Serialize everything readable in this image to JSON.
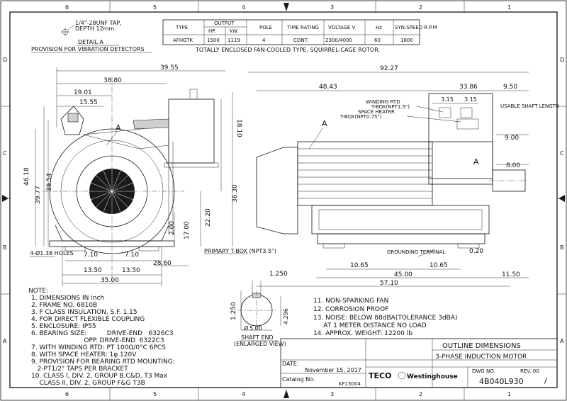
{
  "border": {
    "columns": [
      "6",
      "5",
      "4",
      "3",
      "2",
      "1"
    ],
    "rows": [
      "D",
      "C",
      "B",
      "A"
    ]
  },
  "detail_a": {
    "tap_line1": "1/4\"-28UNF TAP,",
    "tap_line2": "DEPTH 12mm",
    "title": "DETAIL A",
    "caption": "PROVISION FOR VIBRATION DETECTORS"
  },
  "rating_table": {
    "headers": [
      "TYPE",
      "OUTPUT",
      "POLE",
      "TIME RATING",
      "VOLTAGE V",
      "Hz",
      "SYN.SPEED R.P.M"
    ],
    "subheaders": [
      "HP.",
      "kW."
    ],
    "row": [
      "AFHGTK",
      "1500",
      "1119",
      "4",
      "CONT.",
      "2300/4000",
      "60",
      "1800"
    ],
    "note": "TOTALLY ENCLOSED FAN-COOLED TYPE, SQUIRREL-CAGE ROTOR."
  },
  "front_view": {
    "dims": [
      "39.55",
      "38.80",
      "19.01",
      "15.55",
      "18.10",
      "46.18",
      "39.77",
      "39.54",
      "36.30",
      "22.20",
      "17.00",
      "2.00",
      "7.10",
      "7.10",
      "13.50",
      "13.50",
      "28.60",
      "35.00"
    ],
    "detail_mark": "A",
    "holes_label": "4-Ø1.38 HOLES"
  },
  "side_view": {
    "dims": [
      "92.27",
      "48.43",
      "33.86",
      "9.50",
      "3.15",
      "3.15",
      "9.00",
      "8.00",
      "0.20",
      "10.65",
      "10.65",
      "45.00",
      "57.10",
      "11.50"
    ],
    "winding_rtd": "WINDING RTD",
    "tbox1": "T-BOX(NPT1.5\")",
    "space_heater": "SPACE HEATER",
    "tbox2": "T-BOX(NPT0.75\")",
    "usable_shaft_length": "USABLE SHAFT LENGTH",
    "primary_tbox": "PRIMARY T-BOX (NPT3.5\")",
    "grounding_terminal": "GROUNDING TERMINAL",
    "detail_mark_1": "A",
    "detail_mark_2": "A"
  },
  "shaft_end": {
    "dims": [
      "1.250",
      "1.250",
      "4.296",
      "5.00"
    ],
    "dim_prefix": "Ø",
    "title": "SHAFT END",
    "subtitle": "(ENLARGED VIEW)"
  },
  "notes": {
    "title": "NOTE:",
    "items": [
      "1. DIMENSIONS IN inch",
      "2. FRAME NO. 6810B",
      "3. F CLASS INSULATION, S.F. 1.15",
      "4. FOR DIRECT FLEXIBLE COUPLING",
      "5. ENCLOSURE:  IP55",
      "6. BEARING SIZE:          DRIVE-END   6326C3",
      "                          OPP. DRIVE-END  6322C3",
      "7. WITH WINDING RTD: PT 100Ω/0°C 6PCS",
      "8. WITH SPACE HEATER: 1φ 120V",
      "9. PROVISION FOR BEARING RTD MOUNTING:",
      "   2-PT1/2\" TAPS PER BRACKET",
      "10. CLASS I, DIV. 2, GROUP B,C&D, T3 Max",
      "    CLASS II, DIV. 2, GROUP F&G T3B"
    ],
    "items_right": [
      "11. NON-SPARKING FAN",
      "12. CORROSION PROOF",
      "13. NOISE: BELOW 88dBA(TOLERANCE 3dBA)",
      "     AT 1 METER DISTANCE NO LOAD",
      "14. APPROX. WEIGHT: 12200 lb"
    ]
  },
  "title_block": {
    "date_label": "DATE:",
    "date": "November 15, 2017",
    "catalog_label": "Catalog No.",
    "catalog_no": "KF15004",
    "title1": "OUTLINE DIMENSIONS",
    "title2": "3-PHASE INDUCTION MOTOR",
    "logo_teco": "TECO",
    "logo_westinghouse": "Westinghouse",
    "dwg_label": "DWG NO.",
    "rev_label": "REV.:00",
    "dwg_no": "4B040L930",
    "rev_mark": "/"
  }
}
